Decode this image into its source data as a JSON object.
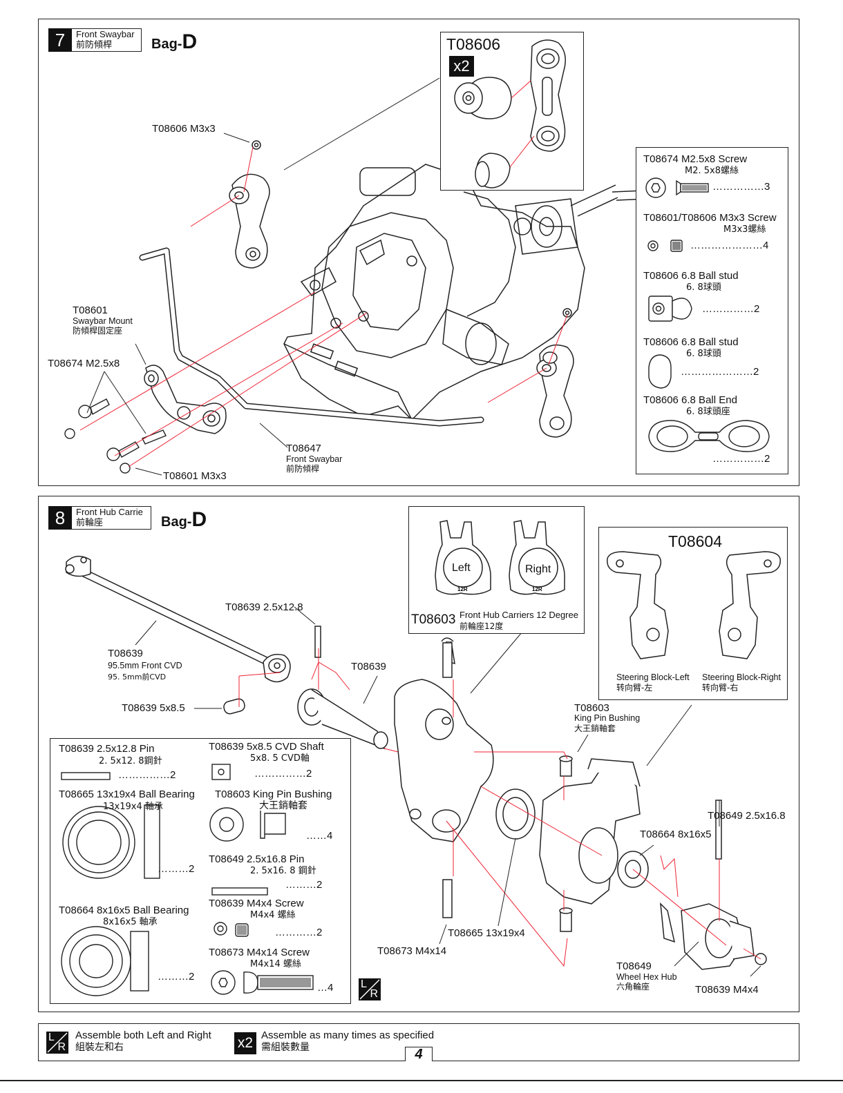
{
  "page_number": "4",
  "step7": {
    "num": "7",
    "title_en": "Front Swaybar",
    "title_cn": "前防傾桿",
    "bag_prefix": "Bag-",
    "bag_letter": "D",
    "callout": {
      "part": "T08606",
      "qty": "x2"
    },
    "labels": {
      "m3x3_top": "T08606  M3x3",
      "mount_code": "T08601",
      "mount_en": "Swaybar Mount",
      "mount_cn": "防傾桿固定座",
      "screw": "T08674  M2.5x8",
      "swaybar_code": "T08647",
      "swaybar_en": "Front Swaybar",
      "swaybar_cn": "前防傾桿",
      "m3x3_bottom": "T08601 M3x3"
    },
    "parts": [
      {
        "name": "T08674  M2.5x8 Screw",
        "cn": "M2. 5x8螺絲",
        "qty": "3"
      },
      {
        "name": "T08601/T08606  M3x3 Screw",
        "cn": "M3x3螺絲",
        "qty": "4"
      },
      {
        "name": "T08606  6.8 Ball stud",
        "cn": "6. 8球頭",
        "qty": "2"
      },
      {
        "name": "T08606  6.8 Ball stud",
        "cn": "6. 8球頭",
        "qty": "2"
      },
      {
        "name": "T08606  6.8 Ball End",
        "cn": "6. 8球頭座",
        "qty": "2"
      }
    ]
  },
  "step8": {
    "num": "8",
    "title_en": "Front Hub Carrie",
    "title_cn": "前輪座",
    "bag_prefix": "Bag-",
    "bag_letter": "D",
    "carrier_box": {
      "left": "Left",
      "right": "Right",
      "code": "T08603",
      "en": "Front Hub Carriers 12 Degree",
      "cn": "前輪座12度"
    },
    "steering_box": {
      "code": "T08604",
      "left_en": "Steering Block-Left",
      "left_cn": "转向臂-左",
      "right_en": "Steering Block-Right",
      "right_cn": "转向臂-右"
    },
    "labels": {
      "pin": "T08639  2.5x12.8",
      "cvd_code": "T08639",
      "cvd_en": "95.5mm Front CVD",
      "cvd_cn": "95. 5mm前CVD",
      "cup": "T08639",
      "shaft": "T08639 5x8.5",
      "kp_code": "T08603",
      "kp_en": "King Pin Bushing",
      "kp_cn": "大王銷軸套",
      "hexpin": "T08649 2.5x16.8",
      "bearing_small": "T08664 8x16x5",
      "bearing_big": "T08665 13x19x4",
      "m4x14": "T08673  M4x14",
      "hub_code": "T08649",
      "hub_en": "Wheel Hex Hub",
      "hub_cn": "六角輪座",
      "m4x4": "T08639  M4x4"
    },
    "parts_left": [
      {
        "name": "T08639  2.5x12.8 Pin",
        "cn": "2. 5x12. 8鋼針",
        "qty": "2"
      },
      {
        "name": "T08665  13x19x4 Ball Bearing",
        "cn": "13x19x4  軸承",
        "qty": "2"
      },
      {
        "name": "T08664  8x16x5 Ball Bearing",
        "cn": "8x16x5  軸承",
        "qty": "2"
      }
    ],
    "parts_right": [
      {
        "name": "T08639  5x8.5 CVD Shaft",
        "cn": "5x8. 5  CVD軸",
        "qty": "2"
      },
      {
        "name": "T08603  King Pin Bushing",
        "cn": "大王銷軸套",
        "qty": "4"
      },
      {
        "name": "T08649  2.5x16.8 Pin",
        "cn": "2. 5x16. 8  鋼針",
        "qty": "2"
      },
      {
        "name": "T08639  M4x4 Screw",
        "cn": "M4x4  螺絲",
        "qty": "2"
      },
      {
        "name": "T08673  M4x14 Screw",
        "cn": "M4x14  螺絲",
        "qty": "4"
      }
    ]
  },
  "legend": {
    "lr_top": "L",
    "lr_bottom": "R",
    "lr_en": "Assemble both Left and Right",
    "lr_cn": "組裝左和右",
    "x2": "x2",
    "x2_en": "Assemble as many times as specified",
    "x2_cn": "需組裝數量"
  }
}
